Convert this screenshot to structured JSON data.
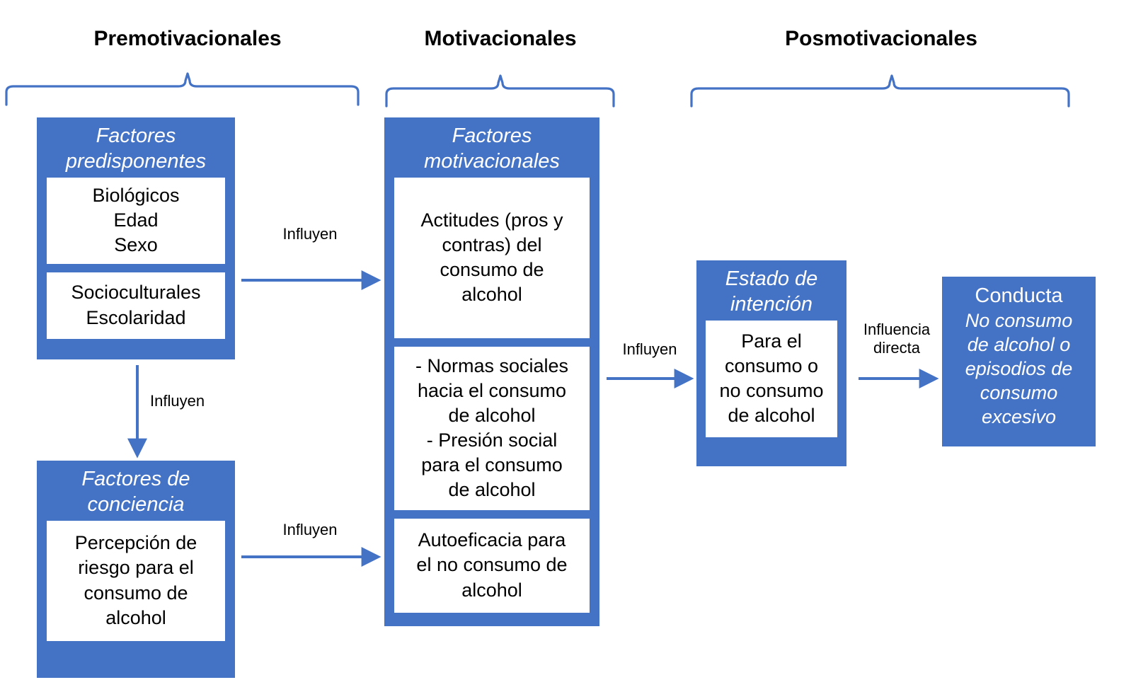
{
  "diagram": {
    "title_phases": [
      {
        "id": "premotivacionales",
        "label": "Premotivacionales"
      },
      {
        "id": "motivacionales",
        "label": "Motivacionales"
      },
      {
        "id": "posmotivacionales",
        "label": "Posmotivacionales"
      }
    ],
    "colors": {
      "box_blue": "#4472C4",
      "brace_blue": "#4472C4",
      "arrow_blue": "#4472C4",
      "box_text_white": "#FFFFFF",
      "body_text_black": "#000000",
      "background": "#FFFFFF"
    },
    "nodes": [
      {
        "id": "factores-predisponentes",
        "heading": "Factores predisponentes",
        "heading_lines": [
          "Factores",
          "predisponentes"
        ],
        "sub_panels": [
          {
            "id": "biologicos",
            "lines": [
              "Biológicos",
              "Edad",
              "Sexo"
            ]
          },
          {
            "id": "socioculturales",
            "lines": [
              "Socioculturales",
              "Escolaridad"
            ]
          }
        ]
      },
      {
        "id": "factores-conciencia",
        "heading": "Factores de conciencia",
        "heading_lines": [
          "Factores de",
          "conciencia"
        ],
        "sub_panels": [
          {
            "id": "percepcion-riesgo",
            "lines": [
              "Percepción de",
              "riesgo para el",
              "consumo de",
              "alcohol"
            ]
          }
        ]
      },
      {
        "id": "factores-motivacionales",
        "heading": "Factores motivacionales",
        "heading_lines": [
          "Factores",
          "motivacionales"
        ],
        "sub_panels": [
          {
            "id": "actitudes",
            "lines": [
              "Actitudes (pros y",
              "contras) del",
              "consumo de",
              "alcohol"
            ]
          },
          {
            "id": "normas-presion",
            "lines": [
              "- Normas sociales",
              "hacia el consumo",
              "de alcohol",
              "- Presión social",
              "para el consumo",
              "de alcohol"
            ]
          },
          {
            "id": "autoeficacia",
            "lines": [
              "Autoeficacia para",
              "el no consumo de",
              "alcohol"
            ]
          }
        ]
      },
      {
        "id": "estado-intencion",
        "heading": "Estado de intención",
        "heading_lines": [
          "Estado de",
          "intención"
        ],
        "sub_panels": [
          {
            "id": "para-el-consumo",
            "lines": [
              "Para el",
              "consumo o",
              "no consumo",
              "de alcohol"
            ]
          }
        ]
      },
      {
        "id": "conducta",
        "heading": "Conducta",
        "subtitle_lines": [
          "No consumo",
          "de alcohol o",
          "episodios de",
          "consumo",
          "excesivo"
        ]
      }
    ],
    "edges": [
      {
        "id": "predisponentes-to-motivacionales",
        "label": "Influyen",
        "label_lines": [
          "Influyen"
        ],
        "direction": "right"
      },
      {
        "id": "predisponentes-to-conciencia",
        "label": "Influyen",
        "label_lines": [
          "Influyen"
        ],
        "direction": "down"
      },
      {
        "id": "conciencia-to-motivacionales",
        "label": "Influyen",
        "label_lines": [
          "Influyen"
        ],
        "direction": "right"
      },
      {
        "id": "motivacionales-to-intencion",
        "label": "Influyen",
        "label_lines": [
          "Influyen"
        ],
        "direction": "right"
      },
      {
        "id": "intencion-to-conducta",
        "label": "Influencia directa",
        "label_lines": [
          "Influencia",
          "directa"
        ],
        "direction": "right"
      }
    ]
  }
}
